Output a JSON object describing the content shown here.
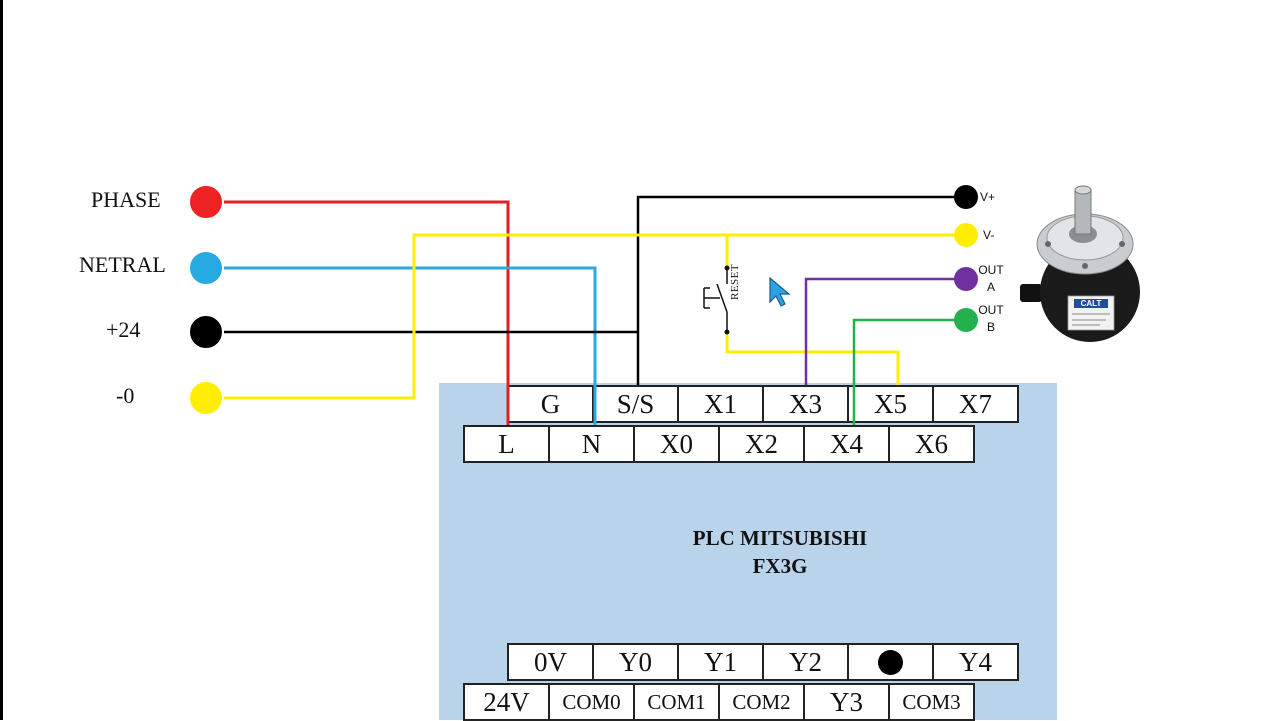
{
  "plc": {
    "title_line1": "PLC MITSUBISHI",
    "title_line2": "FX3G"
  },
  "sources": [
    {
      "label": "PHASE",
      "color": "#ee2222"
    },
    {
      "label": "NETRAL",
      "color": "#27a9e1"
    },
    {
      "label": "+24",
      "color": "#000000"
    },
    {
      "label": "-0",
      "color": "#ffee00"
    }
  ],
  "encoder": {
    "terminals": [
      {
        "label": "V+",
        "color": "#000000"
      },
      {
        "label": "V-",
        "color": "#ffee00"
      },
      {
        "label": "OUT A",
        "color": "#7030a0"
      },
      {
        "label": "OUT B",
        "color": "#22b14c"
      }
    ],
    "brand": "CALT"
  },
  "switch": {
    "label": "RESET"
  },
  "terminals": {
    "input_top": [
      "G",
      "S/S",
      "X1",
      "X3",
      "X5",
      "X7"
    ],
    "input_bottom": [
      "L",
      "N",
      "X0",
      "X2",
      "X4",
      "X6"
    ],
    "output_top": [
      "0V",
      "Y0",
      "Y1",
      "Y2",
      "●",
      "Y4"
    ],
    "output_bottom": [
      "24V",
      "COM0",
      "COM1",
      "COM2",
      "Y3",
      "COM3"
    ]
  },
  "wire_colors": {
    "phase": "#e02020",
    "neutral": "#27a9e1",
    "plus24": "#000000",
    "zero": "#ffee00",
    "out_a": "#7030a0",
    "out_b": "#22b14c"
  }
}
